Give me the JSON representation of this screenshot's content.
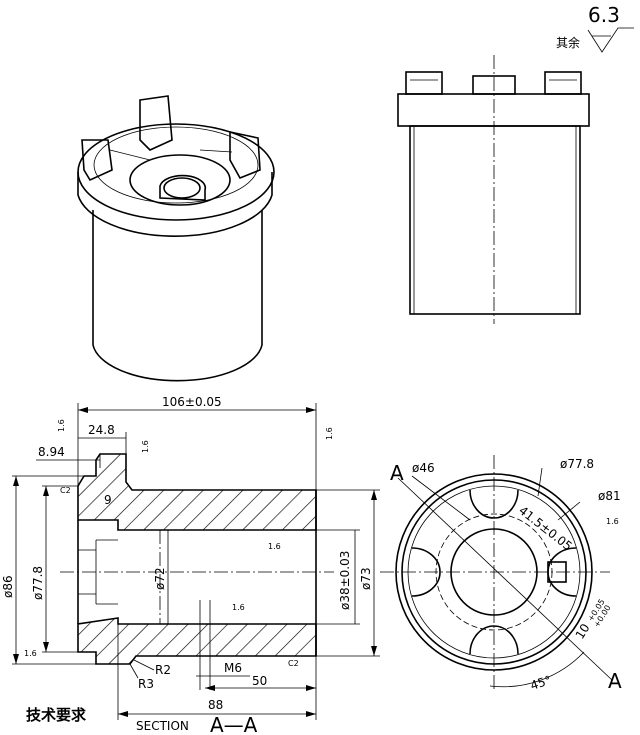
{
  "title_block": {
    "tech_requirements": "技术要求",
    "section_word": "SECTION",
    "section_letters": "A—A"
  },
  "surface_finish": {
    "default_label": "其余",
    "default_value": "6.3",
    "local_value": "1.6"
  },
  "cut_plane": {
    "letter_top": "A",
    "letter_bottom": "A"
  },
  "section_dims": {
    "overall_length": "106±0.05",
    "shoulder": "24.8",
    "flange": "8.94",
    "groove_width": "9",
    "outer_dia": "ø86",
    "flange_dia": "ø77.8",
    "bore_dia": "ø72",
    "inner_dia": "ø38±0.03",
    "body_dia": "ø73",
    "chamfer_left": "C2",
    "chamfer_right": "C2",
    "radius_r2": "R2",
    "radius_r3": "R3",
    "thread": "M6",
    "thread_len": "50",
    "base_len": "88"
  },
  "end_view_dims": {
    "dia_46": "ø46",
    "dia_778": "ø77.8",
    "dia_81": "ø81",
    "radial": "41.5±0.05",
    "slot": "10",
    "slot_tol_upper": "+0.05",
    "slot_tol_lower": "+0.00",
    "angle": "45°"
  }
}
